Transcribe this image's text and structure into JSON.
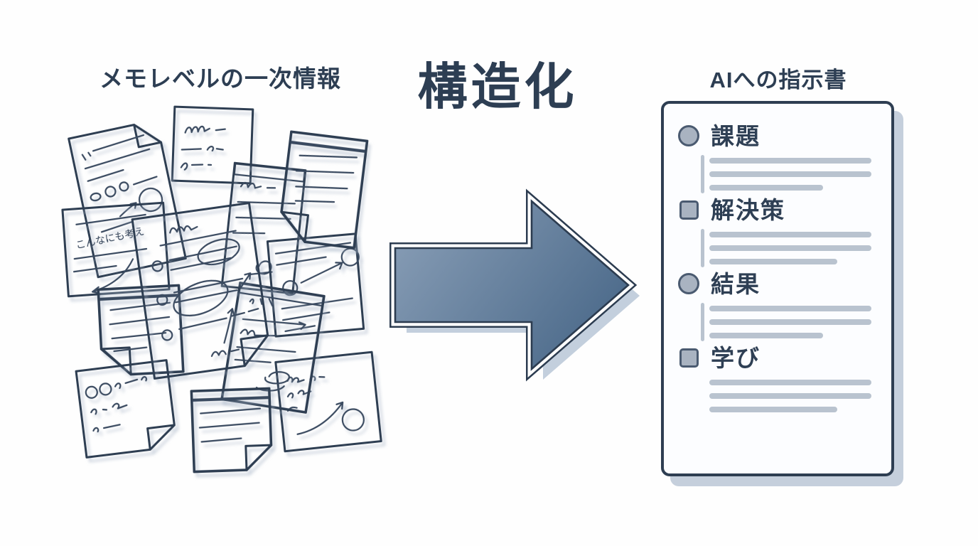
{
  "titles": {
    "left": "メモレベルの一次情報",
    "center": "構造化",
    "right": "AIへの指示書"
  },
  "document": {
    "sections": [
      {
        "label": "課題",
        "bullet": "circle",
        "placeholder_lines": 3
      },
      {
        "label": "解決策",
        "bullet": "square",
        "placeholder_lines": 3
      },
      {
        "label": "結果",
        "bullet": "circle",
        "placeholder_lines": 3
      },
      {
        "label": "学び",
        "bullet": "square",
        "placeholder_lines": 3
      }
    ]
  },
  "notes": {
    "slate_note_text": "こんなにも考え"
  },
  "colors": {
    "ink": "#2d3e53",
    "outline": "#2e3e52",
    "scribble": "#3a4a60",
    "panel_bg": "#fcfdff",
    "panel_shadow": "#c5cfdc",
    "bar_gray": "#b9c3cf",
    "bullet_fill": "#a9b3c1",
    "bullet_border": "#4a5a70",
    "arrow_gradient_from": "#8ba0b8",
    "arrow_gradient_to": "#4e6c8c",
    "arrow_outline": "#2c3c50",
    "arrow_shadow": "#c3cfdd",
    "sticky_yellow": "#f0c56c",
    "sticky_yellow_band": "#e6b24c",
    "sticky_green": "#b9d2ad",
    "sticky_green_band": "#cfe2c6",
    "sticky_gray": "#c6cad3",
    "sticky_slate": "#8e9aad",
    "paper_white": "#fefefe",
    "paper_blue": "#edf1f8"
  }
}
